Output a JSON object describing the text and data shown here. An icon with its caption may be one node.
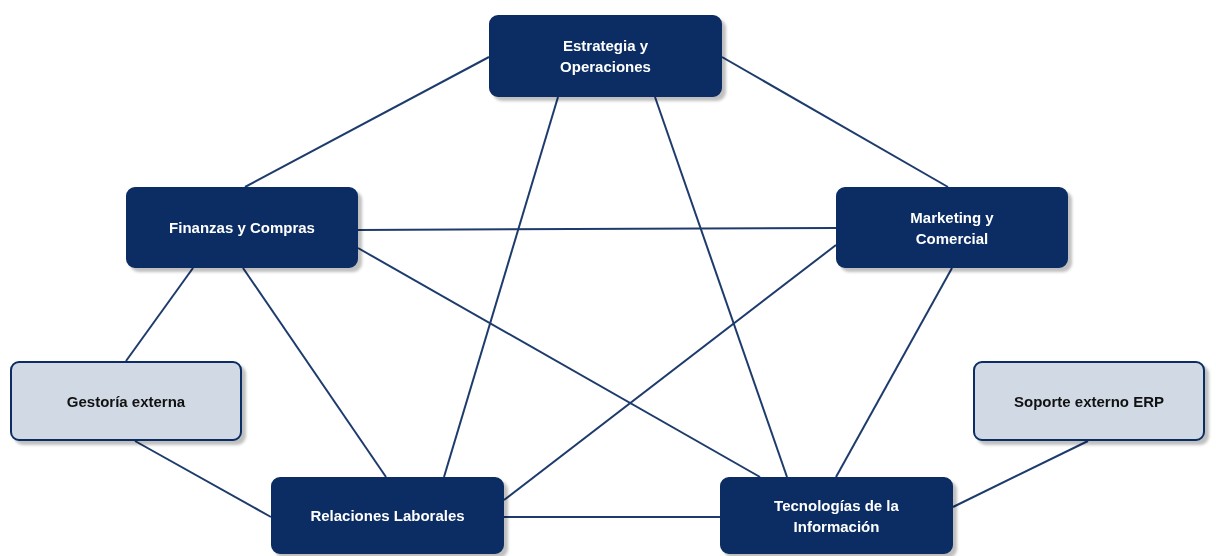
{
  "diagram": {
    "nodes": [
      {
        "text": [
          "Estrategia y Operaciones"
        ]
      },
      {
        "text": [
          "Finanzas y Compras"
        ]
      },
      {
        "text": [
          "Marketing y Comercial"
        ]
      },
      {
        "text": [
          "Gestoría externa"
        ]
      },
      {
        "text": [
          "Soporte externo ERP"
        ]
      },
      {
        "text": [
          "Relaciones Laborales"
        ]
      },
      {
        "text": [
          "Tecnologías de la Información"
        ]
      }
    ],
    "edges": [
      {
        "from": 0,
        "to": 1,
        "arrow": "none"
      },
      {
        "from": 0,
        "to": 2,
        "arrow": "none"
      },
      {
        "from": 0,
        "to": 5,
        "arrow": "none"
      },
      {
        "from": 0,
        "to": 6,
        "arrow": "none"
      },
      {
        "from": 1,
        "to": 2,
        "arrow": "none"
      },
      {
        "from": 1,
        "to": 3,
        "arrow": "none"
      },
      {
        "from": 1,
        "to": 5,
        "arrow": "none"
      },
      {
        "from": 1,
        "to": 6,
        "arrow": "none"
      },
      {
        "from": 2,
        "to": 5,
        "arrow": "none"
      },
      {
        "from": 2,
        "to": 6,
        "arrow": "none"
      },
      {
        "from": 3,
        "to": 5,
        "arrow": "none"
      },
      {
        "from": 4,
        "to": 6,
        "arrow": "none"
      },
      {
        "from": 5,
        "to": 6,
        "arrow": "none"
      }
    ]
  }
}
